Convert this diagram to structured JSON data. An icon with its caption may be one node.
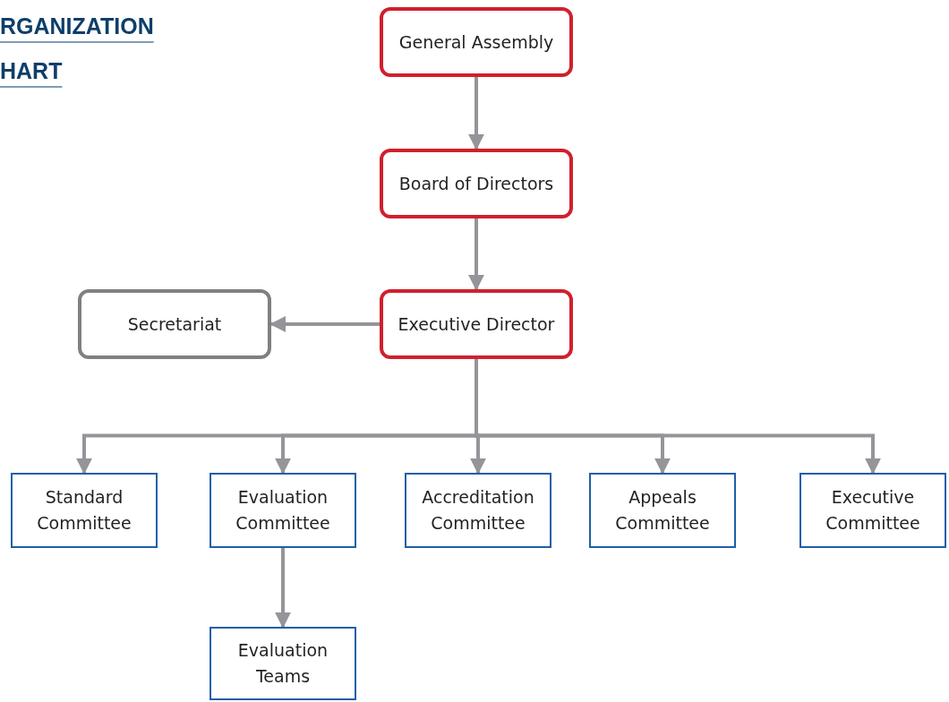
{
  "diagram": {
    "title": "RGANIZATION HART",
    "nodes": [
      {
        "text": [
          "General Assembly"
        ]
      },
      {
        "text": [
          "Board of Directors"
        ]
      },
      {
        "text": [
          "Executive Director"
        ]
      },
      {
        "text": [
          "Secretariat"
        ]
      },
      {
        "text": [
          "Standard Committee"
        ]
      },
      {
        "text": [
          "Evaluation Committee"
        ]
      },
      {
        "text": [
          "Accreditation Committee"
        ]
      },
      {
        "text": [
          "Appeals Committee"
        ]
      },
      {
        "text": [
          "Executive Committee"
        ]
      },
      {
        "text": [
          "Evaluation Teams"
        ]
      }
    ],
    "edges": [
      {
        "from": 0,
        "to": 1,
        "arrow": "to"
      },
      {
        "from": 1,
        "to": 2,
        "arrow": "to"
      },
      {
        "from": 2,
        "to": 3,
        "arrow": "to"
      },
      {
        "from": 2,
        "to": 4,
        "arrow": "to"
      },
      {
        "from": 2,
        "to": 5,
        "arrow": "to"
      },
      {
        "from": 2,
        "to": 6,
        "arrow": "to"
      },
      {
        "from": 2,
        "to": 7,
        "arrow": "to"
      },
      {
        "from": 2,
        "to": 8,
        "arrow": "to"
      },
      {
        "from": 5,
        "to": 9,
        "arrow": "to"
      }
    ]
  }
}
